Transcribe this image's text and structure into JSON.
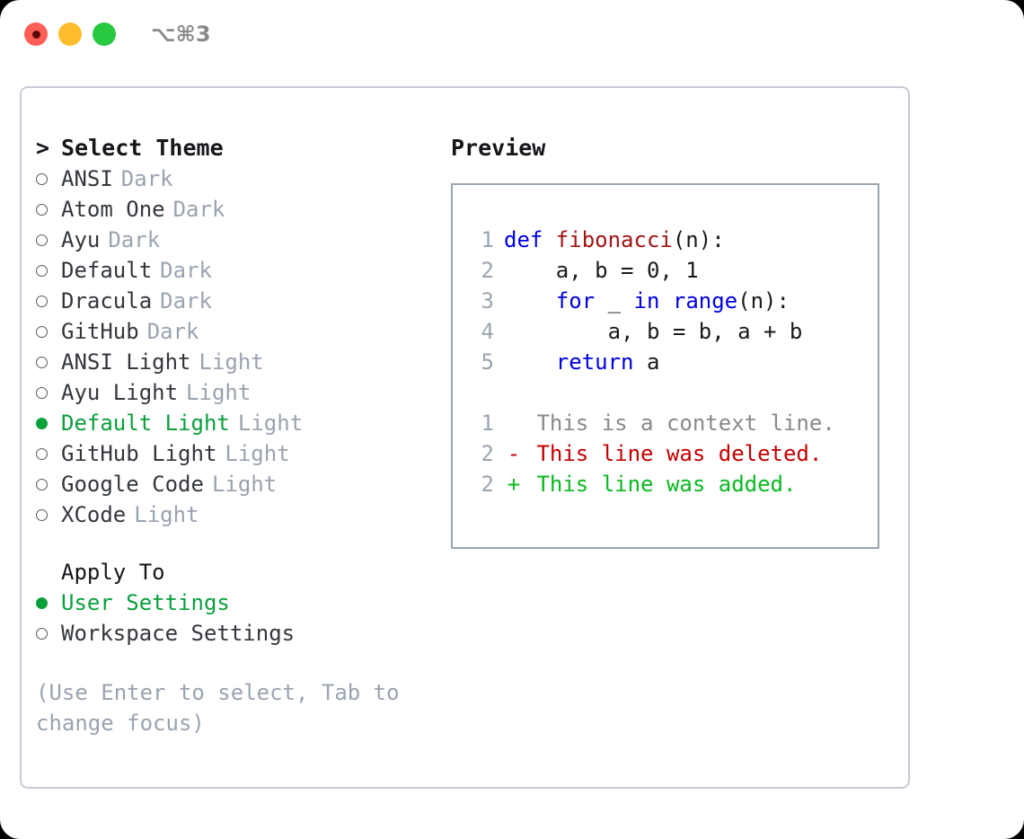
{
  "titlebar": {
    "shortcut": "⌥⌘3",
    "lights": [
      "close-red",
      "minimize-yellow",
      "zoom-green"
    ]
  },
  "theme_list": {
    "header": "Select Theme",
    "caret": ">",
    "items": [
      {
        "label": "ANSI",
        "variant": "Dark",
        "selected": false
      },
      {
        "label": "Atom One",
        "variant": "Dark",
        "selected": false
      },
      {
        "label": "Ayu",
        "variant": "Dark",
        "selected": false
      },
      {
        "label": "Default",
        "variant": "Dark",
        "selected": false
      },
      {
        "label": "Dracula",
        "variant": "Dark",
        "selected": false
      },
      {
        "label": "GitHub",
        "variant": "Dark",
        "selected": false
      },
      {
        "label": "ANSI Light",
        "variant": "Light",
        "selected": false
      },
      {
        "label": "Ayu Light",
        "variant": "Light",
        "selected": false
      },
      {
        "label": "Default Light",
        "variant": "Light",
        "selected": true
      },
      {
        "label": "GitHub Light",
        "variant": "Light",
        "selected": false
      },
      {
        "label": "Google Code",
        "variant": "Light",
        "selected": false
      },
      {
        "label": "XCode",
        "variant": "Light",
        "selected": false
      }
    ]
  },
  "apply_to": {
    "title": "Apply To",
    "items": [
      {
        "label": "User Settings",
        "selected": true
      },
      {
        "label": "Workspace Settings",
        "selected": false
      }
    ]
  },
  "hint": "(Use Enter to select, Tab to change focus)",
  "preview": {
    "title": "Preview",
    "code_lines": [
      {
        "no": "1",
        "tokens": [
          {
            "t": "def ",
            "c": "kw"
          },
          {
            "t": "fibonacci",
            "c": "fn"
          },
          {
            "t": "(n):",
            "c": "code-text"
          }
        ]
      },
      {
        "no": "2",
        "tokens": [
          {
            "t": "    a, b = 0, 1",
            "c": "code-text"
          }
        ]
      },
      {
        "no": "3",
        "tokens": [
          {
            "t": "    ",
            "c": "code-text"
          },
          {
            "t": "for",
            "c": "kw"
          },
          {
            "t": " _ ",
            "c": "code-text"
          },
          {
            "t": "in",
            "c": "kw"
          },
          {
            "t": " ",
            "c": "code-text"
          },
          {
            "t": "range",
            "c": "kw"
          },
          {
            "t": "(n):",
            "c": "code-text"
          }
        ]
      },
      {
        "no": "4",
        "tokens": [
          {
            "t": "        a, b = b, a + b",
            "c": "code-text"
          }
        ]
      },
      {
        "no": "5",
        "tokens": [
          {
            "t": "    ",
            "c": "code-text"
          },
          {
            "t": "return",
            "c": "kw"
          },
          {
            "t": " a",
            "c": "code-text"
          }
        ]
      }
    ],
    "diff_lines": [
      {
        "no": "1",
        "sign": " ",
        "text": " This is a context line.",
        "kind": "diff-ctx"
      },
      {
        "no": "2",
        "sign": "-",
        "text": " This line was deleted.",
        "kind": "diff-del"
      },
      {
        "no": "2",
        "sign": "+",
        "text": " This line was added.",
        "kind": "diff-add"
      }
    ]
  },
  "colors": {
    "accent_green": "#0aa03c",
    "muted": "#9aa3b0",
    "text": "#33373d",
    "keyword": "#0000e0",
    "function": "#a31515",
    "diff_add": "#0ab81f",
    "diff_del": "#c40000",
    "panel_border": "#c6ccd4",
    "preview_border": "#9aa5b1"
  }
}
